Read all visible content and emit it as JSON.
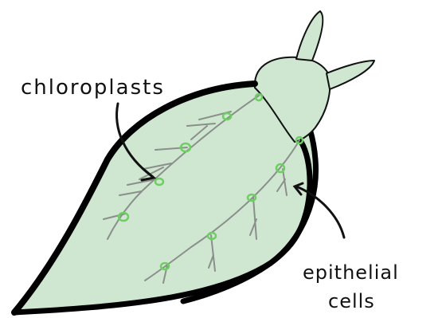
{
  "labels": {
    "chloroplasts": "chloroplasts",
    "epithelial_line1": "epithelial",
    "epithelial_line2": "cells"
  },
  "colors": {
    "body_fill": "#cfe7d1",
    "outline": "#000000",
    "vein": "#8a8f8b",
    "chloroplast": "#6dcf62",
    "arrow": "#111111"
  }
}
